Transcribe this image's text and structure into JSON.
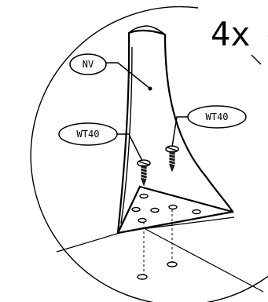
{
  "diagram": {
    "quantity_label": "4x",
    "labels": {
      "part": "NV",
      "screw_left": "WT40",
      "screw_right": "WT40"
    },
    "colors": {
      "ink": "#000000",
      "paper": "#ffffff"
    }
  }
}
